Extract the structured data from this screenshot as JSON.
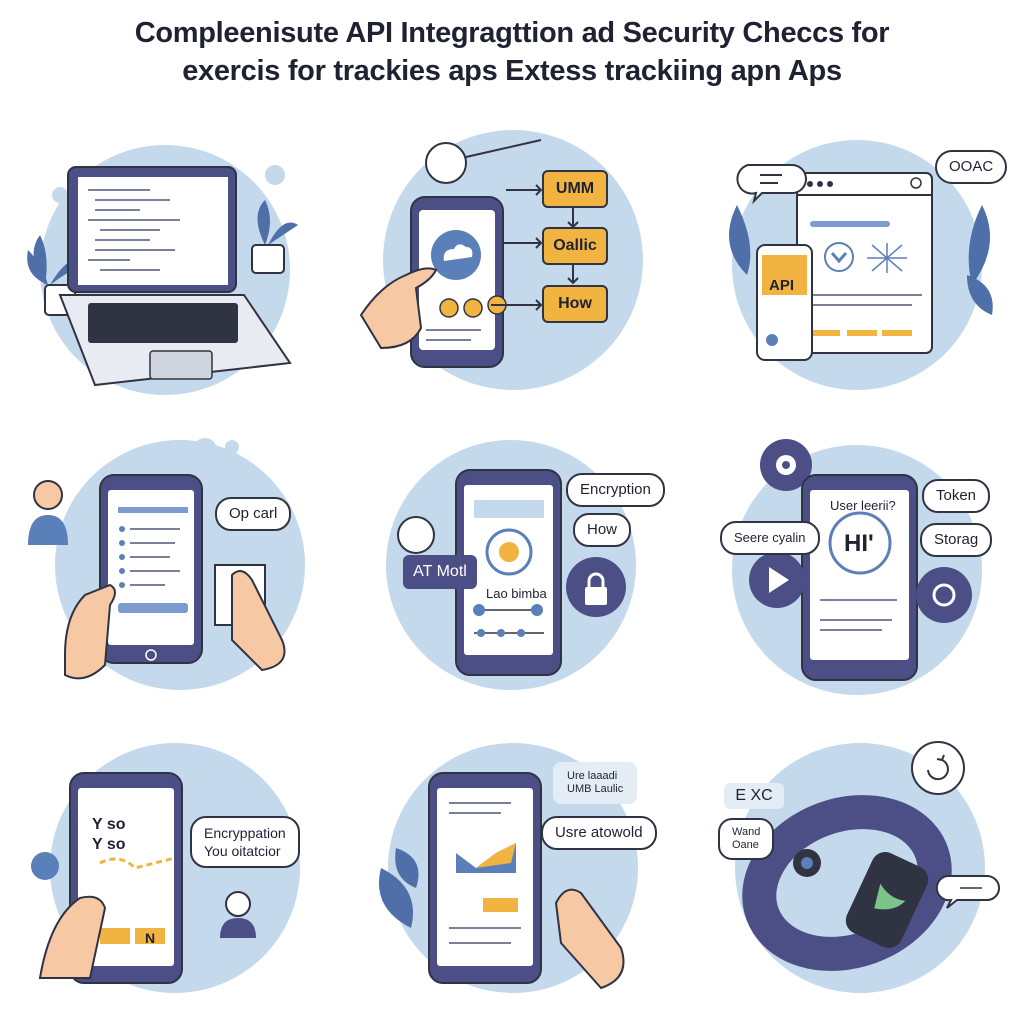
{
  "title": {
    "line1": "Compleenisute API Integragttion ad Security Checcs for",
    "line2": "exercis for  trackies aps Extess trackiing apn Aps"
  },
  "panels": {
    "p2": {
      "box1": "UMM",
      "box2": "Oallic",
      "box3": "How"
    },
    "p3": {
      "bubble": "OOAC",
      "api_label": "API"
    },
    "p4": {
      "bubble": "Op carl"
    },
    "p5": {
      "bubble1": "Encryption",
      "bubble2": "How",
      "tag": "AT Motl",
      "caption": "Lao bimba"
    },
    "p6": {
      "header": "User leerii?",
      "center": "HI'",
      "left": "Seere cyalin",
      "right1": "Token",
      "right2": "Storag"
    },
    "p7": {
      "line1": "Y so",
      "line2": "Y so",
      "bubble_line1": "Encryppation",
      "bubble_line2": "You oitatcior",
      "tag": "N"
    },
    "p8": {
      "bubble1_line1": "Ure laaadi",
      "bubble1_line2": "UMB Laulic",
      "bubble2": "Usre atowold"
    },
    "p9": {
      "tag1": "E XC",
      "tag2_line1": "Wand",
      "tag2_line2": "Oane"
    }
  },
  "colors": {
    "circle": "#c5d9ec",
    "navy": "#4b4f86",
    "orange": "#f2b441",
    "skin": "#f6c9a4",
    "outline": "#2f3342",
    "leaf": "#5b7fb8"
  }
}
